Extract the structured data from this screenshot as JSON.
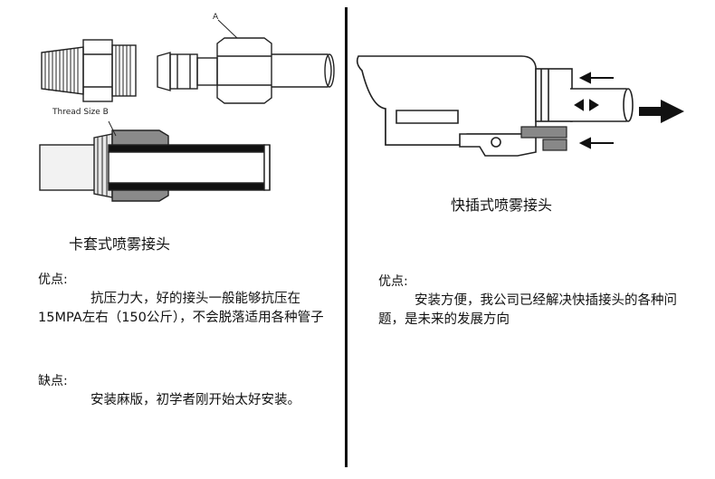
{
  "left": {
    "labels": {
      "a": "A",
      "thread_size_b": "Thread Size B"
    },
    "title": "卡套式喷雾接头",
    "pros": {
      "heading": "优点:",
      "text": "抗压力大，好的接头一般能够抗压在15MPA左右（150公斤），不会脱落适用各种管子"
    },
    "cons": {
      "heading": "缺点:",
      "text": "安装麻版，初学者刚开始太好安装。"
    }
  },
  "right": {
    "title": "快插式喷雾接头",
    "pros": {
      "heading": "优点:",
      "text": "安装方便，我公司已经解决快插接头的各种问题，是未来的发展方向"
    }
  }
}
